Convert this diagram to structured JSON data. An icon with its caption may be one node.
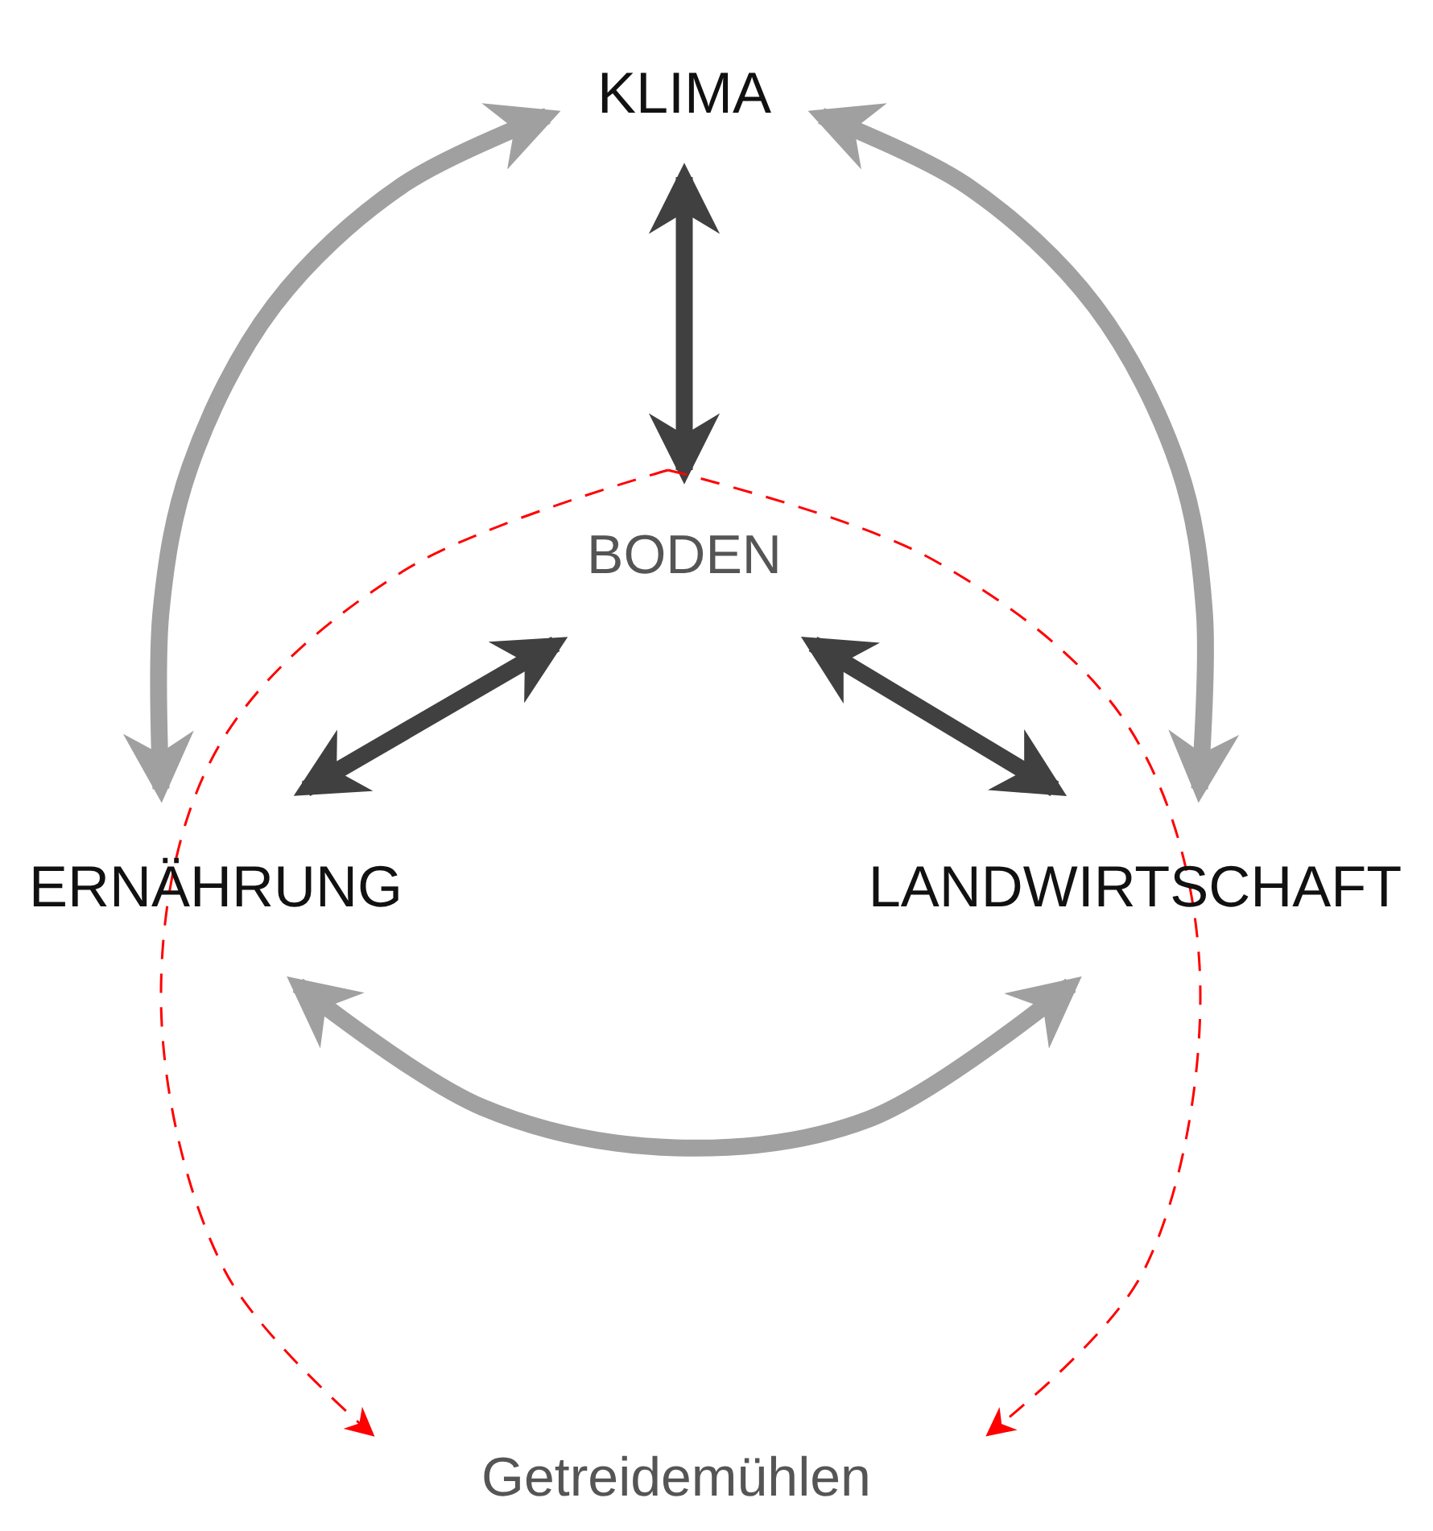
{
  "diagram": {
    "nodes": [
      {
        "text": [
          "KLIMA"
        ]
      },
      {
        "text": [
          "BODEN"
        ]
      },
      {
        "text": [
          "ERNÄHRUNG"
        ]
      },
      {
        "text": [
          "LANDWIRTSCHAFT"
        ]
      },
      {
        "text": [
          "Getreidemühlen"
        ]
      }
    ],
    "edges": [
      {
        "from": 0,
        "to": 2,
        "arrow": "both",
        "color": "#a0a0a0"
      },
      {
        "from": 0,
        "to": 3,
        "arrow": "both",
        "color": "#a0a0a0"
      },
      {
        "from": 0,
        "to": 1,
        "arrow": "both",
        "color": "#404040"
      },
      {
        "from": 1,
        "to": 2,
        "arrow": "both",
        "color": "#404040"
      },
      {
        "from": 1,
        "to": 3,
        "arrow": "both",
        "color": "#404040"
      },
      {
        "from": 2,
        "to": 3,
        "arrow": "both",
        "color": "#a0a0a0"
      },
      {
        "from": 1,
        "to": 4,
        "arrow": "to",
        "style": "dashed",
        "color": "#ff0000"
      },
      {
        "from": 1,
        "to": 4,
        "arrow": "to",
        "style": "dashed",
        "color": "#ff0000"
      }
    ]
  }
}
